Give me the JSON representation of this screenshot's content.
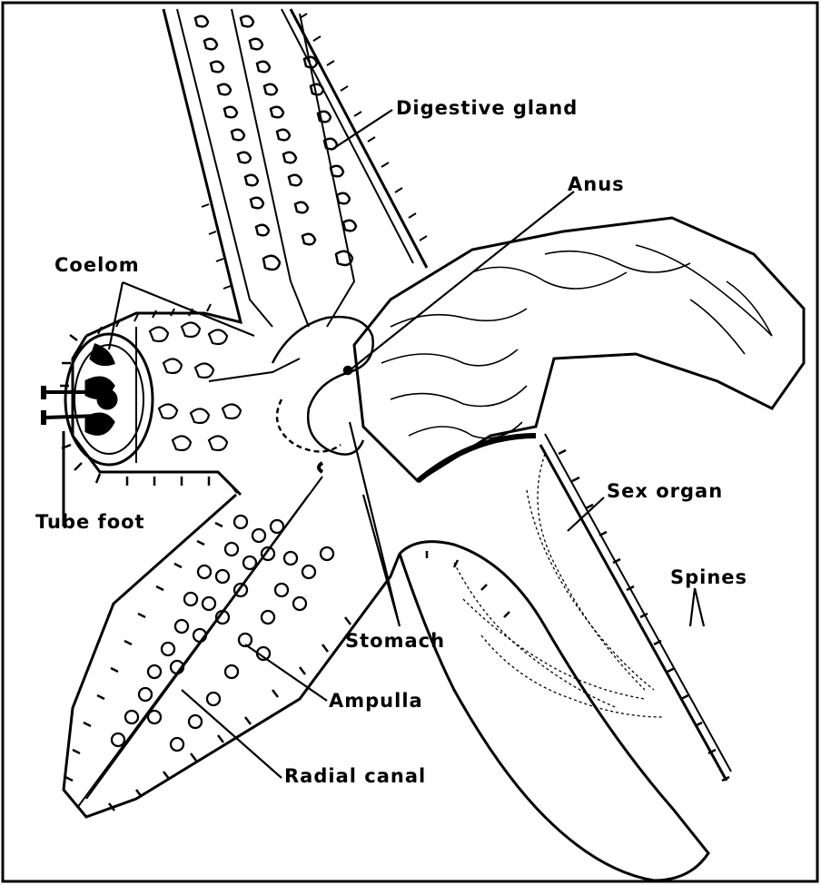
{
  "diagram": {
    "labels": {
      "digestive_gland": "Digestive gland",
      "anus": "Anus",
      "coelom": "Coelom",
      "tube_foot": "Tube foot",
      "sex_organ": "Sex organ",
      "spines": "Spines",
      "stomach": "Stomach",
      "ampulla": "Ampulla",
      "radial_canal": "Radial canal"
    },
    "colors": {
      "ink": "#000000",
      "paper": "#ffffff"
    }
  }
}
